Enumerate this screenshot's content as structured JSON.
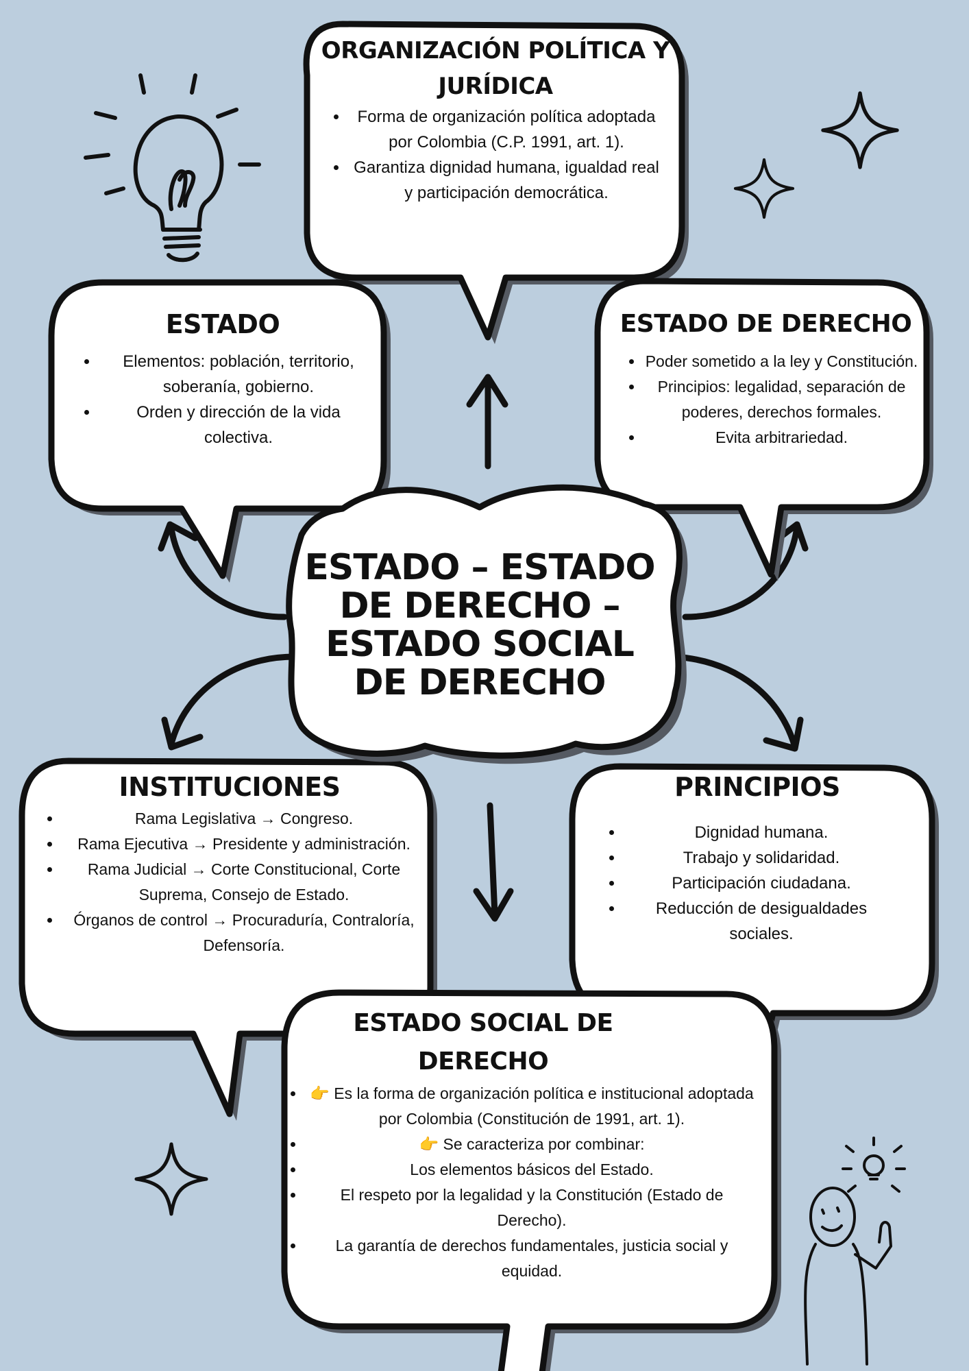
{
  "center": {
    "title": "ESTADO – ESTADO DE DERECHO – ESTADO SOCIAL DE DERECHO"
  },
  "boxes": {
    "organizacion": {
      "title": "ORGANIZACIÓN POLÍTICA Y JURÍDICA",
      "items": [
        "Forma de organización política adoptada por Colombia (C.P. 1991, art. 1).",
        "Garantiza dignidad humana, igualdad real y participación democrática."
      ]
    },
    "estado": {
      "title": "ESTADO",
      "items": [
        "Elementos: población, territorio, soberanía, gobierno.",
        "Orden y dirección de la vida colectiva."
      ]
    },
    "estado_derecho": {
      "title": "ESTADO DE DERECHO",
      "items": [
        "Poder sometido a la ley y Constitución.",
        "Principios: legalidad, separación de poderes, derechos formales.",
        "Evita arbitrariedad."
      ]
    },
    "instituciones": {
      "title": "INSTITUCIONES",
      "items": [
        "Rama Legislativa → Congreso.",
        "Rama Ejecutiva → Presidente y administración.",
        "Rama Judicial → Corte Constitucional, Corte Suprema, Consejo de Estado.",
        "Órganos de control → Procuraduría, Contraloría, Defensoría."
      ]
    },
    "principios": {
      "title": "PRINCIPIOS",
      "items": [
        "Dignidad humana.",
        "Trabajo y solidaridad.",
        "Participación ciudadana.",
        "Reducción de desigualdades sociales."
      ]
    },
    "estado_social": {
      "title": "ESTADO SOCIAL DE DERECHO",
      "items": [
        "Es la forma de organización política e institucional adoptada por Colombia (Constitución de 1991, art. 1).",
        "Se caracteriza por combinar:",
        "Los elementos básicos del Estado.",
        "El respeto por la legalidad y la Constitución (Estado de Derecho).",
        "La garantía de derechos fundamentales, justicia social y equidad."
      ]
    }
  },
  "icons": {
    "pointing_hand": "👉",
    "bullet_point_hand_indexes": [
      0,
      1
    ]
  },
  "colors": {
    "background": "#bccede",
    "bubble_fill": "#ffffff",
    "outline": "#111111",
    "shadow": "#555a62",
    "emoji": "#f5c12b"
  }
}
